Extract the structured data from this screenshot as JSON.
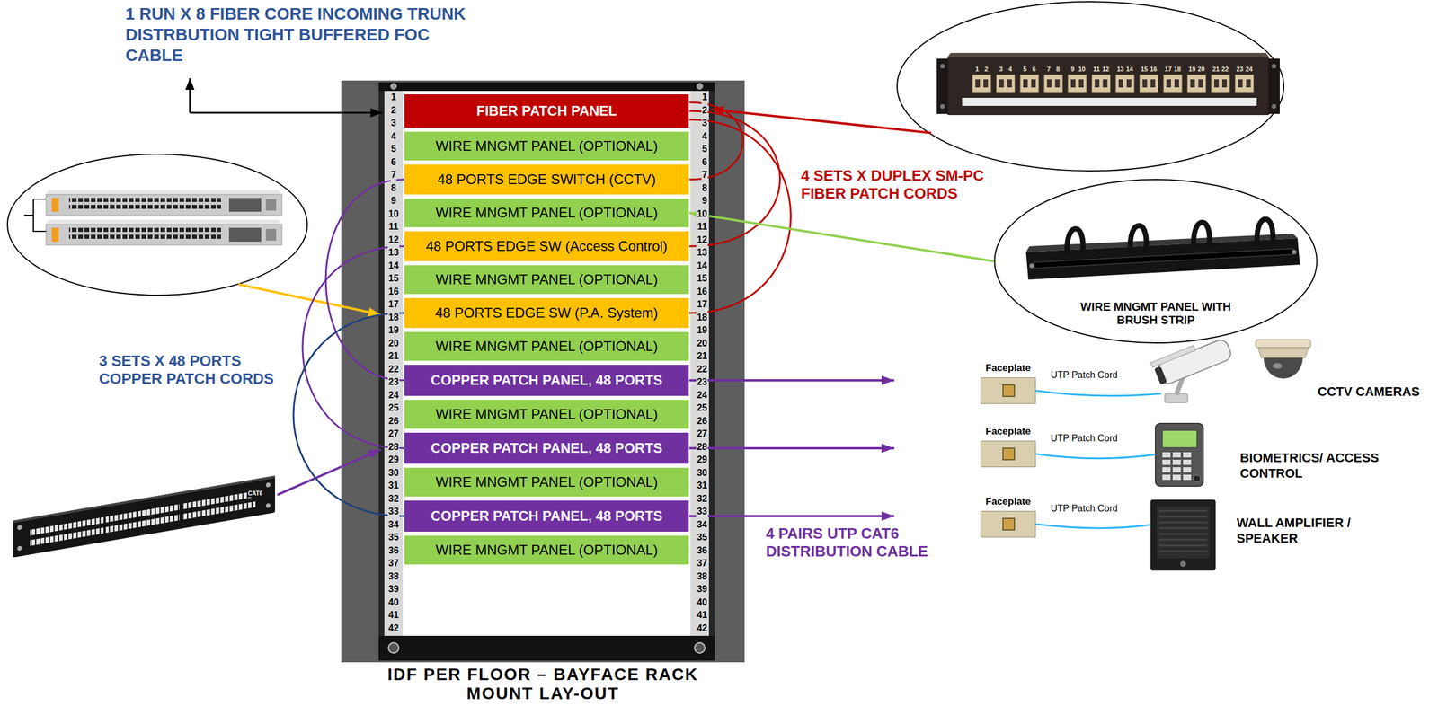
{
  "diagram": {
    "nodes": [
      {
        "text": [
          "IDF PER FLOOR – BAYFACE RACK MOUNT LAY-OUT"
        ]
      },
      {
        "text": [
          "FIBER PATCH PANEL"
        ],
        "in": 0
      },
      {
        "text": [
          "WIRE MNGMT PANEL (OPTIONAL)"
        ],
        "in": 0
      },
      {
        "text": [
          "48 PORTS EDGE SWITCH (CCTV)"
        ],
        "in": 0
      },
      {
        "text": [
          "WIRE MNGMT PANEL (OPTIONAL)"
        ],
        "in": 0
      },
      {
        "text": [
          "48 PORTS EDGE SW (Access Control)"
        ],
        "in": 0
      },
      {
        "text": [
          "WIRE MNGMT PANEL (OPTIONAL)"
        ],
        "in": 0
      },
      {
        "text": [
          "48 PORTS EDGE SW (P.A. System)"
        ],
        "in": 0
      },
      {
        "text": [
          "WIRE MNGMT PANEL (OPTIONAL)"
        ],
        "in": 0
      },
      {
        "text": [
          "COPPER PATCH PANEL, 48 PORTS"
        ],
        "in": 0
      },
      {
        "text": [
          "WIRE MNGMT PANEL (OPTIONAL)"
        ],
        "in": 0
      },
      {
        "text": [
          "COPPER PATCH PANEL, 48 PORTS"
        ],
        "in": 0
      },
      {
        "text": [
          "WIRE MNGMT PANEL (OPTIONAL)"
        ],
        "in": 0
      },
      {
        "text": [
          "COPPER PATCH PANEL, 48 PORTS"
        ],
        "in": 0
      },
      {
        "text": [
          "WIRE MNGMT PANEL (OPTIONAL)"
        ],
        "in": 0
      },
      {
        "text": [
          "WIRE MNGMT PANEL WITH BRUSH STRIP"
        ]
      },
      {
        "text": [
          "Faceplate"
        ]
      },
      {
        "text": [
          "Faceplate"
        ]
      },
      {
        "text": [
          "Faceplate"
        ]
      }
    ],
    "edges": [
      {
        "from": 1,
        "to": 3,
        "arrow": "none"
      },
      {
        "from": 1,
        "to": 5,
        "arrow": "none"
      },
      {
        "from": 1,
        "to": 7,
        "arrow": "none"
      },
      {
        "from": 3,
        "to": 9,
        "arrow": "none"
      },
      {
        "from": 5,
        "to": 11,
        "arrow": "none"
      },
      {
        "from": 7,
        "to": 13,
        "arrow": "none"
      },
      {
        "from": 15,
        "to": 4,
        "arrow": "to"
      }
    ],
    "labels": [
      "1 RUN X 8 FIBER CORE INCOMING TRUNK DISTRBUTION TIGHT BUFFERED FOC CABLE",
      "1",
      "2",
      "3",
      "4",
      "5",
      "6",
      "7",
      "8",
      "9",
      "10",
      "11",
      "12",
      "13",
      "14",
      "15",
      "16",
      "17",
      "18",
      "19",
      "20",
      "21",
      "22",
      "23",
      "24",
      "4 SETS X DUPLEX SM-PC FIBER PATCH CORDS",
      "3 SETS X 48 PORTS COPPER PATCH CORDS",
      "1",
      "2",
      "3",
      "4",
      "5",
      "6",
      "7",
      "8",
      "9",
      "10",
      "11",
      "12",
      "13",
      "14",
      "15",
      "16",
      "17",
      "18",
      "19",
      "20",
      "21",
      "22",
      "23",
      "24",
      "25",
      "26",
      "27",
      "28",
      "29",
      "30",
      "31",
      "32",
      "33",
      "34",
      "35",
      "36",
      "37",
      "38",
      "39",
      "40",
      "41",
      "42",
      "1",
      "2",
      "3",
      "4",
      "5",
      "6",
      "7",
      "8",
      "9",
      "10",
      "11",
      "12",
      "13",
      "14",
      "15",
      "16",
      "17",
      "18",
      "19",
      "20",
      "21",
      "22",
      "23",
      "24",
      "25",
      "26",
      "27",
      "28",
      "29",
      "30",
      "31",
      "32",
      "33",
      "34",
      "35",
      "36",
      "37",
      "38",
      "39",
      "40",
      "41",
      "42",
      "CAT6",
      "4 PAIRS UTP CAT6 DISTRIBUTION CABLE",
      "UTP Patch Cord",
      "UTP Patch Cord",
      "UTP Patch Cord",
      "CCTV CAMERAS",
      "BIOMETRICS/ ACCESS CONTROL",
      "WALL AMPLIFIER / SPEAKER"
    ]
  }
}
